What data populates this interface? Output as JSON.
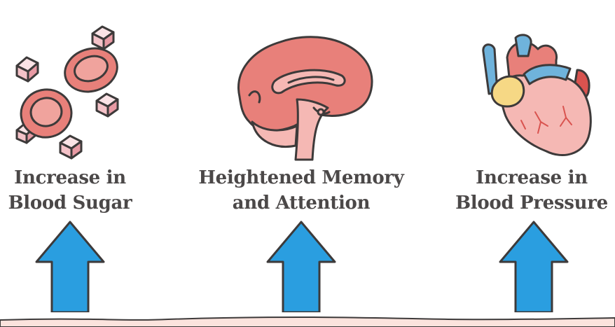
{
  "effects": [
    {
      "line1": "Increase in",
      "line2": "Blood Sugar",
      "icon": "blood-sugar-icon"
    },
    {
      "line1": "Heightened Memory",
      "line2": "and Attention",
      "icon": "brain-icon"
    },
    {
      "line1": "Increase in",
      "line2": "Blood Pressure",
      "icon": "heart-icon"
    }
  ],
  "colors": {
    "text": "#4b4848",
    "arrow": "#2a9ee0",
    "outline": "#3d3a3a",
    "red": "#e8807a",
    "pink": "#f5b8b4",
    "band": "#fbe3dd"
  }
}
